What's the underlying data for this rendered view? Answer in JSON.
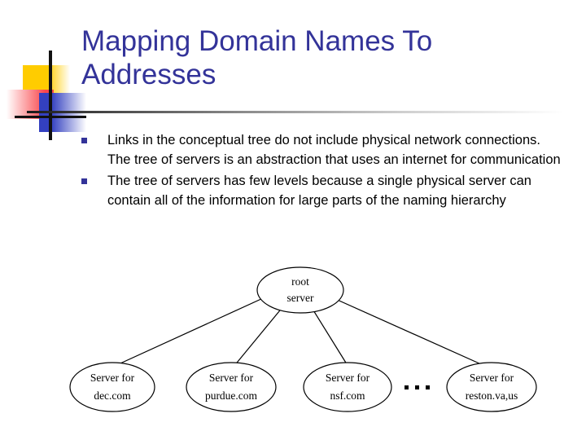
{
  "slide": {
    "title": "Mapping Domain Names To Addresses",
    "bullets": [
      "Links in the conceptual tree do not include physical network connections. The tree of servers is an abstraction that uses an internet for communication",
      "The tree of servers has few levels because a single physical server can contain all of the information for large parts of the naming hierarchy"
    ]
  },
  "colors": {
    "title": "#333399",
    "bullet_marker": "#333399",
    "body_text": "#000000",
    "deco_yellow": "#FFCC00",
    "deco_red": "#F9464B",
    "deco_blue": "#3340C0",
    "deco_line": "#111111",
    "diagram_stroke": "#000000"
  },
  "diagram": {
    "type": "tree",
    "root": {
      "id": "root-server",
      "line1": "root",
      "line2": "server"
    },
    "children": [
      {
        "id": "server-dec-com",
        "line1": "Server for",
        "line2": "dec.com"
      },
      {
        "id": "server-purdue-com",
        "line1": "Server for",
        "line2": "purdue.com"
      },
      {
        "id": "server-nsf-com",
        "line1": "Server for",
        "line2": "nsf.com"
      },
      {
        "id": "server-reston-va-us",
        "line1": "Server for",
        "line2": "reston.va,us"
      }
    ],
    "ellipsis": ". . .",
    "edges": [
      {
        "from": "root-server",
        "to": "server-dec-com"
      },
      {
        "from": "root-server",
        "to": "server-purdue-com"
      },
      {
        "from": "root-server",
        "to": "server-nsf-com"
      },
      {
        "from": "root-server",
        "to": "server-reston-va-us"
      }
    ]
  }
}
